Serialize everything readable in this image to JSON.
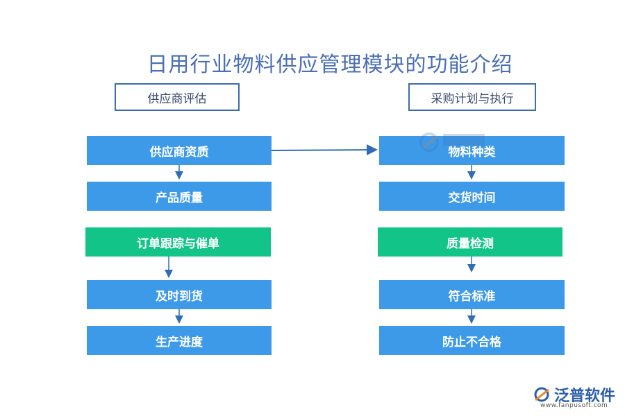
{
  "title": "日用行业物料供应管理模块的功能介绍",
  "left": {
    "header": "供应商评估",
    "boxes": [
      "供应商资质",
      "产品质量",
      "订单跟踪与催单",
      "及时到货",
      "生产进度"
    ]
  },
  "right": {
    "header": "采购计划与执行",
    "boxes": [
      "物料种类",
      "交货时间",
      "质量检测",
      "符合标准",
      "防止不合格"
    ]
  },
  "colors": {
    "blue": "#3d9ae8",
    "green": "#12c488",
    "title": "#4a6fb5",
    "arrow": "#2f6db5"
  },
  "logo": {
    "name": "泛普软件",
    "url": "www.fanpusoft.com",
    "icon": "fanpu-logo-icon"
  }
}
